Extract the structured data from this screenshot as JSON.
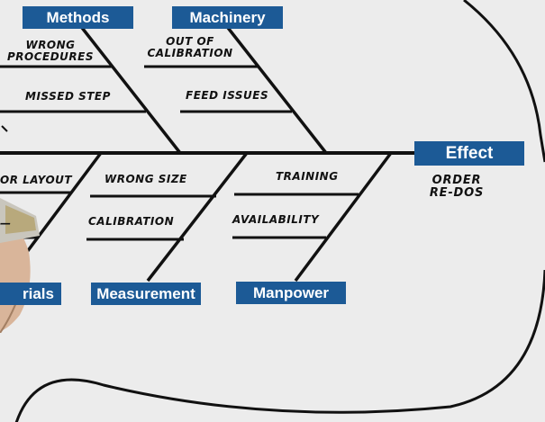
{
  "diagram": {
    "categories": {
      "methods": "Methods",
      "machinery": "Machinery",
      "materials": "rials",
      "measurement": "Measurement",
      "manpower": "Manpower"
    },
    "effect": {
      "label": "Effect",
      "line1": "ORDER",
      "line2": "RE-DOS"
    },
    "causes": {
      "methods_1_line1": "WRONG",
      "methods_1_line2": "PROCEDURES",
      "methods_2": "MISSED STEP",
      "machinery_1_line1": "OUT OF",
      "machinery_1_line2": "CALIBRATION",
      "machinery_2": "FEED ISSUES",
      "materials_1": "OR LAYOUT",
      "materials_2": "—",
      "measurement_1": "WRONG SIZE",
      "measurement_2": "CALIBRATION",
      "manpower_1": "TRAINING",
      "manpower_2": "AVAILABILITY"
    }
  },
  "colors": {
    "box": "#1c5a96",
    "ink": "#111111",
    "board": "#ececec"
  }
}
